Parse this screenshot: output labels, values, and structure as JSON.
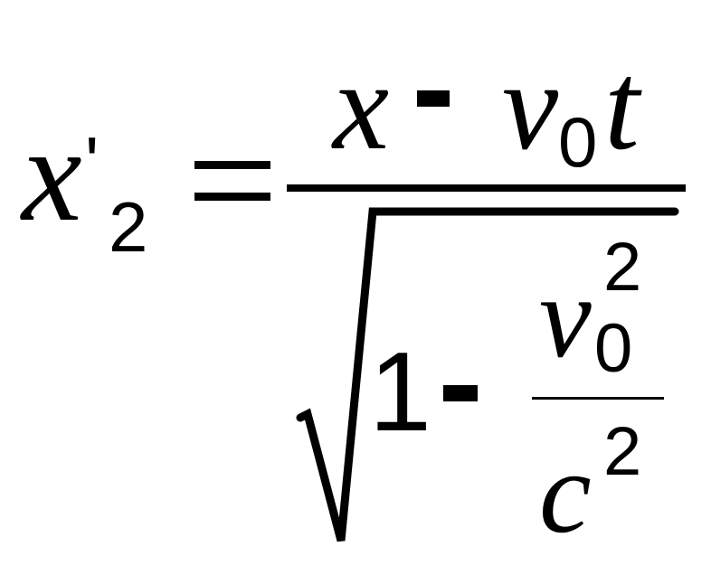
{
  "formula": {
    "lhs": {
      "variable": "x",
      "prime": "'",
      "subscript": "2"
    },
    "equals": "=",
    "numerator": {
      "x": "x",
      "minus": "-",
      "v": "v",
      "v_subscript": "0",
      "t": "t"
    },
    "denominator": {
      "one": "1",
      "minus": "-",
      "fraction": {
        "numerator": {
          "v": "v",
          "subscript": "0",
          "superscript": "2"
        },
        "denominator": {
          "c": "c",
          "superscript": "2"
        }
      }
    }
  }
}
